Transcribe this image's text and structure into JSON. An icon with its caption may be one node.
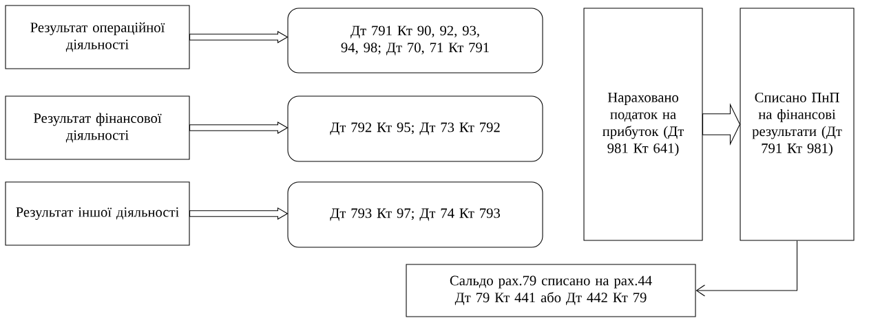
{
  "diagram": {
    "nodes": [
      {
        "text": [
          "Результат операційної діяльності"
        ]
      },
      {
        "text": [
          "Дт 791 Кт 90, 92, 93, 94, 98; Дт 70, 71 Кт 791"
        ]
      },
      {
        "text": [
          "Результат фінансової діяльності"
        ]
      },
      {
        "text": [
          "Дт 792 Кт 95; Дт 73 Кт 792"
        ]
      },
      {
        "text": [
          "Результат іншої діяльності"
        ]
      },
      {
        "text": [
          "Дт 793 Кт 97; Дт 74 Кт 793"
        ]
      },
      {
        "text": [
          "Нараховано податок на прибуток (Дт 981 Кт 641)"
        ]
      },
      {
        "text": [
          "Списано ПнП на фінансові результати (Дт 791 Кт 981)"
        ]
      },
      {
        "text": [
          "Сальдо рах.79 списано на рах.44 Дт 79 Кт 441 або Дт 442 Кт 79"
        ]
      }
    ],
    "edges": [
      {
        "from": 0,
        "to": 1,
        "arrow": "to"
      },
      {
        "from": 2,
        "to": 3,
        "arrow": "to"
      },
      {
        "from": 4,
        "to": 5,
        "arrow": "to"
      },
      {
        "from": 6,
        "to": 7,
        "arrow": "to"
      },
      {
        "from": 7,
        "to": 8,
        "arrow": "to"
      }
    ]
  }
}
